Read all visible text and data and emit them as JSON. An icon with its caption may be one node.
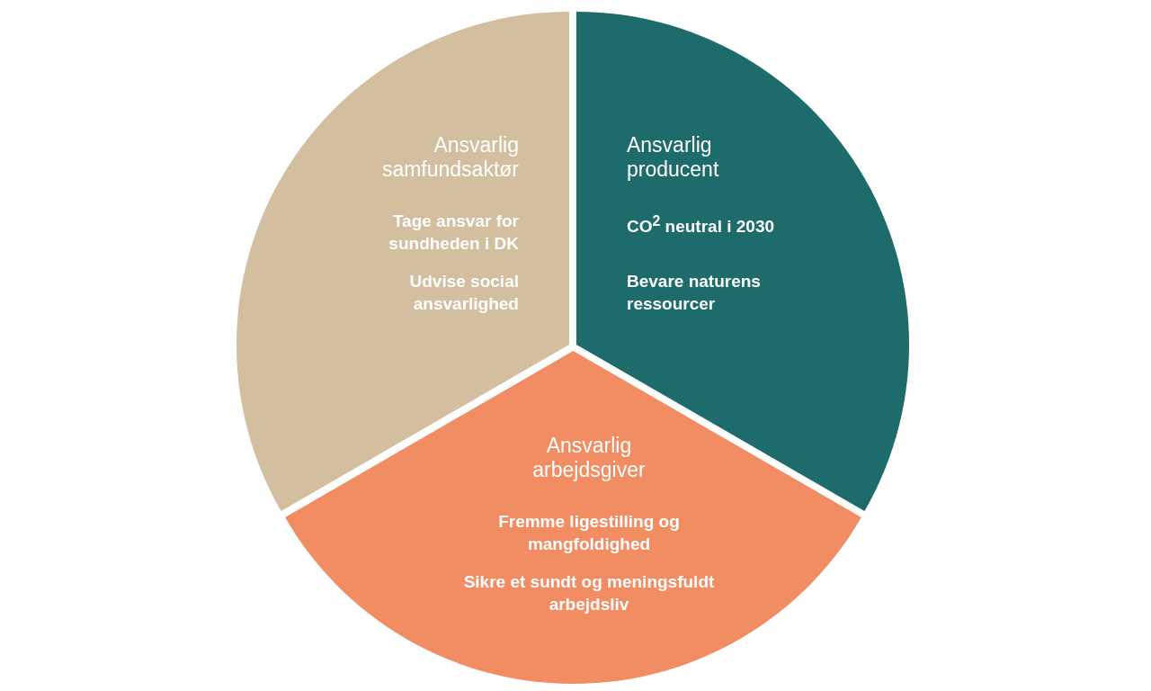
{
  "diagram": {
    "nodes": [
      {
        "text": [
          "Ansvarlig samfundsaktør",
          "Tage ansvar for sundheden i DK",
          "Udvise social ansvarlighed"
        ]
      },
      {
        "text": [
          "Ansvarlig producent",
          "CO$^{2}$ neutral i 2030",
          "Bevare naturens ressourcer"
        ]
      },
      {
        "text": [
          "Ansvarlig arbejdsgiver",
          "Fremme ligestilling og mangfoldighed",
          "Sikre et sundt og meningsfuldt arbejdsliv"
        ]
      }
    ]
  }
}
